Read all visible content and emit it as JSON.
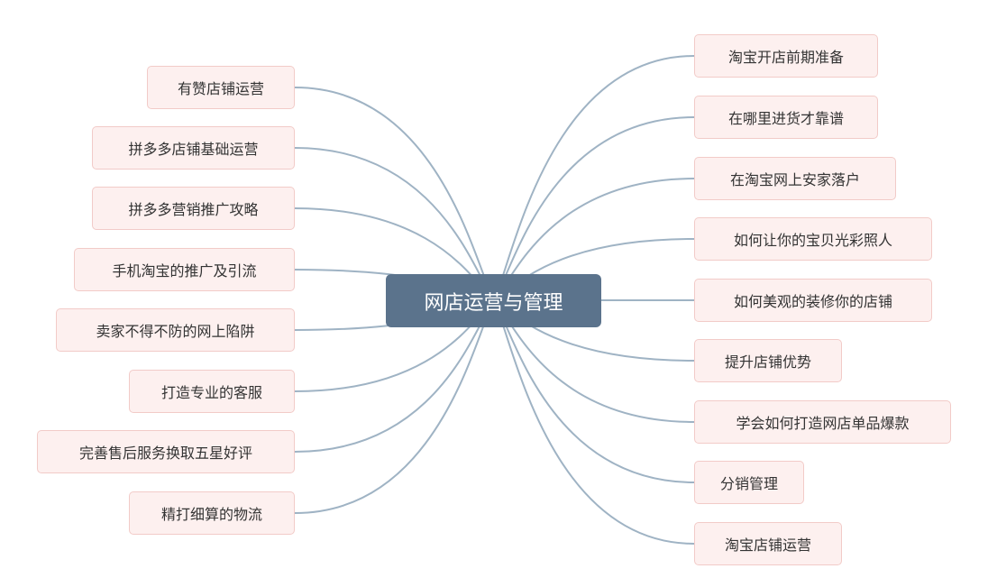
{
  "colors": {
    "root_fill": "#5b738c",
    "root_text": "#ffffff",
    "topic_fill": "#fdf0ef",
    "topic_border": "#f2cbc8",
    "link": "#9fb3c4"
  },
  "root": {
    "label": "网店运营与管理"
  },
  "left_topics": [
    {
      "label": "有赞店铺运营"
    },
    {
      "label": "拼多多店铺基础运营"
    },
    {
      "label": "拼多多营销推广攻略"
    },
    {
      "label": "手机淘宝的推广及引流"
    },
    {
      "label": "卖家不得不防的网上陷阱"
    },
    {
      "label": "打造专业的客服"
    },
    {
      "label": "完善售后服务换取五星好评"
    },
    {
      "label": "精打细算的物流"
    }
  ],
  "right_topics": [
    {
      "label": "淘宝开店前期准备"
    },
    {
      "label": "在哪里进货才靠谱"
    },
    {
      "label": "在淘宝网上安家落户"
    },
    {
      "label": "如何让你的宝贝光彩照人"
    },
    {
      "label": "如何美观的装修你的店铺"
    },
    {
      "label": "提升店铺优势"
    },
    {
      "label": "学会如何打造网店单品爆款"
    },
    {
      "label": "分销管理"
    },
    {
      "label": "淘宝店铺运营"
    }
  ]
}
